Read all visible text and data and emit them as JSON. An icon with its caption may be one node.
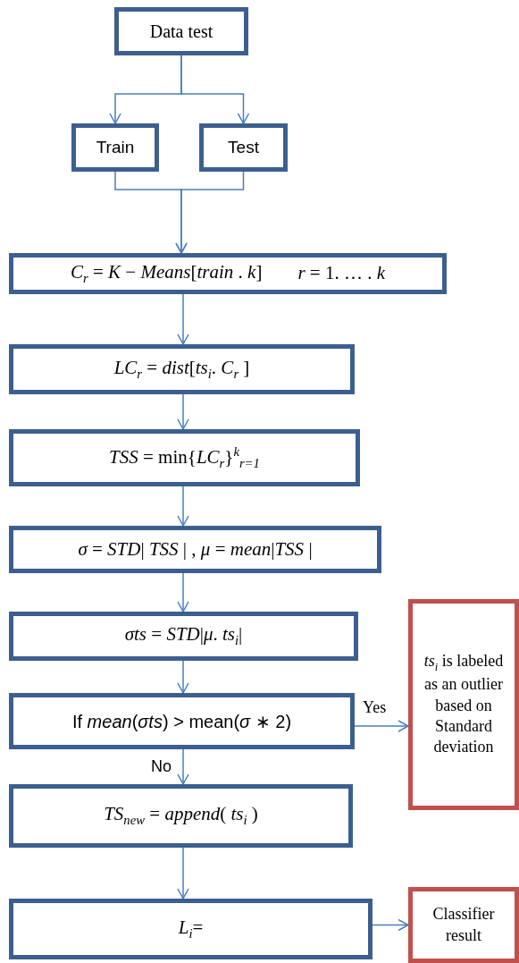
{
  "diagram": {
    "nodes": [
      {
        "text": [
          "Data test"
        ]
      },
      {
        "text": [
          "Train"
        ]
      },
      {
        "text": [
          "Test"
        ]
      },
      {
        "text": [
          "*C*$_{r}$ = *K* − *Means*[*train* . *k*]",
          "*r* = 1. … . *k*"
        ]
      },
      {
        "text": [
          "*LC*$_{r}$ = *dist*[*ts*$_{i}$. *C*$_{r}$ ]"
        ]
      },
      {
        "text": [
          "*TSS* = min{*LC*$_{r}$}$^{k}$$_{r=1}$"
        ]
      },
      {
        "text": [
          "*σ* = *STD*| *TSS* | , *μ* = *mean*|*TSS* |"
        ]
      },
      {
        "text": [
          "*σts* = *STD*|*μ*. *ts*$_{i}$|"
        ]
      },
      {
        "text": [
          "If *mean*(*σts*) > mean(*σ* ∗ 2)"
        ]
      },
      {
        "text": [
          "*TS*$_{new}$ = *append*( *ts*$_{i}$ )"
        ]
      },
      {
        "text": [
          "*L*$_{i}$="
        ]
      },
      {
        "text": [
          "*ts*$_{i}$ is labeled as an outlier based on Standard deviation"
        ]
      },
      {
        "text": [
          "Classifier result"
        ]
      }
    ],
    "edges": [
      {
        "from": 0,
        "to": 1,
        "arrow": "to"
      },
      {
        "from": 0,
        "to": 2,
        "arrow": "to"
      },
      {
        "from": 1,
        "to": 3,
        "arrow": "to"
      },
      {
        "from": 2,
        "to": 3,
        "arrow": "to"
      },
      {
        "from": 3,
        "to": 4,
        "arrow": "to"
      },
      {
        "from": 4,
        "to": 5,
        "arrow": "to"
      },
      {
        "from": 5,
        "to": 6,
        "arrow": "to"
      },
      {
        "from": 6,
        "to": 7,
        "arrow": "to"
      },
      {
        "from": 7,
        "to": 8,
        "arrow": "to"
      },
      {
        "from": 8,
        "to": 9,
        "arrow": "to",
        "label": "No"
      },
      {
        "from": 8,
        "to": 11,
        "arrow": "to",
        "label": "Yes"
      },
      {
        "from": 9,
        "to": 10,
        "arrow": "to"
      },
      {
        "from": 10,
        "to": 12,
        "arrow": "to"
      }
    ]
  }
}
